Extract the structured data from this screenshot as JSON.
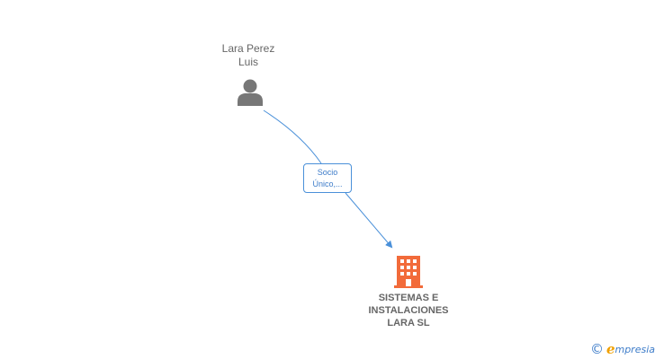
{
  "nodes": {
    "person": {
      "name_line1": "Lara Perez",
      "name_line2": "Luis",
      "icon": "person-icon"
    },
    "company": {
      "name_line1": "SISTEMAS E",
      "name_line2": "INSTALACIONES",
      "name_line3": "LARA SL",
      "icon": "building-icon"
    }
  },
  "edge": {
    "label_line1": "Socio",
    "label_line2": "Único,..."
  },
  "brand": {
    "copyright": "©",
    "initial": "e",
    "rest": "mpresia"
  },
  "colors": {
    "edge": "#4a90d9",
    "company_icon": "#f26b3a",
    "person_icon": "#777777",
    "brand_blue": "#3d7cc9",
    "brand_orange": "#f0a000"
  }
}
